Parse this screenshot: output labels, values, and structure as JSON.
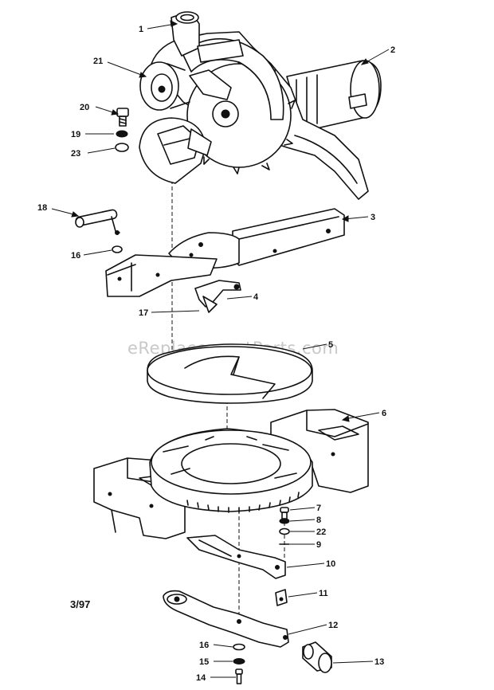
{
  "diagram": {
    "watermark": "eReplacementParts.com",
    "date_code": "3/97",
    "callouts": {
      "p1": "1",
      "p2": "2",
      "p3": "3",
      "p4": "4",
      "p5": "5",
      "p6": "6",
      "p7": "7",
      "p8": "8",
      "p9": "9",
      "p10": "10",
      "p11": "11",
      "p12": "12",
      "p13": "13",
      "p14": "14",
      "p15": "15",
      "p16a": "16",
      "p16b": "16",
      "p17": "17",
      "p18": "18",
      "p19": "19",
      "p20": "20",
      "p21": "21",
      "p22": "22",
      "p23": "23"
    }
  }
}
